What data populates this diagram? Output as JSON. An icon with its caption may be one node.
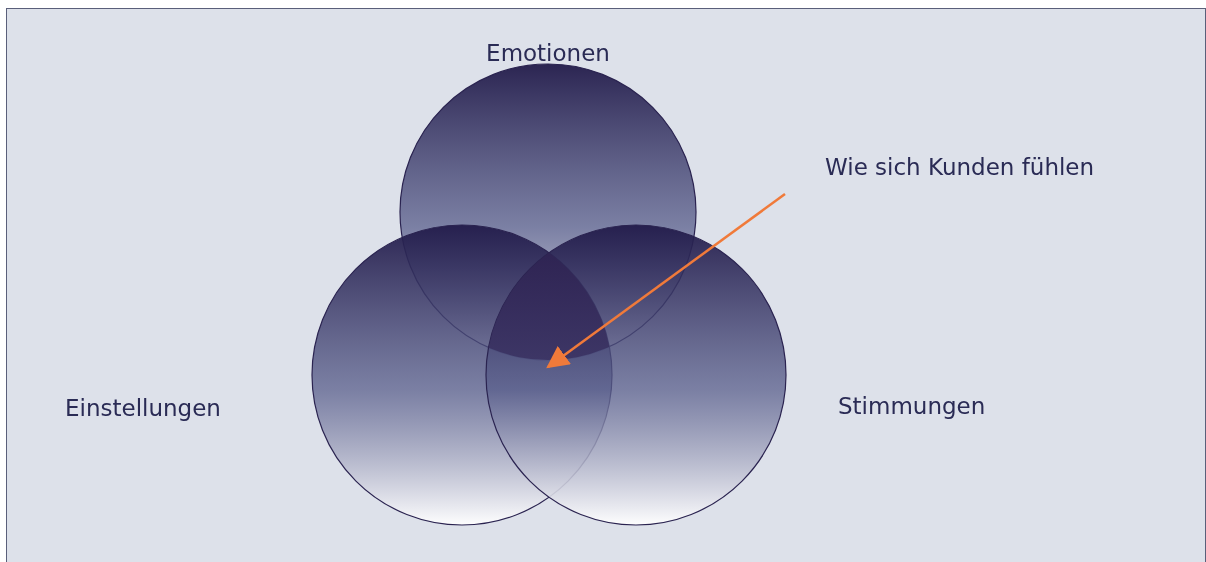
{
  "diagram": {
    "nodes": [
      {
        "text": [
          "Emotionen"
        ]
      },
      {
        "text": [
          "Einstellungen"
        ]
      },
      {
        "text": [
          "Stimmungen"
        ]
      },
      {
        "text": [
          "Wie sich Kunden fühlen"
        ]
      },
      {
        "text": [],
        "shape": "triangle"
      }
    ],
    "edges": [
      {
        "from": 3,
        "to": 4,
        "arrow": "to",
        "color": "#f07a3a"
      }
    ]
  }
}
